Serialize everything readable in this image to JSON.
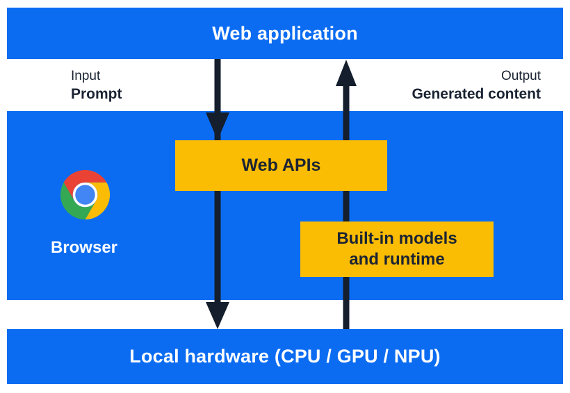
{
  "diagram": {
    "title_bar": {
      "label": "Web application"
    },
    "input_flow": {
      "line1": "Input",
      "line2": "Prompt"
    },
    "output_flow": {
      "line1": "Output",
      "line2": "Generated content"
    },
    "browser": {
      "label": "Browser",
      "logo": "chrome-logo"
    },
    "web_apis_box": {
      "label": "Web APIs"
    },
    "models_box": {
      "line1": "Built-in models",
      "line2": "and runtime"
    },
    "hardware_bar": {
      "label": "Local hardware (CPU / GPU / NPU)"
    },
    "colors": {
      "section_blue": "#0b6cf2",
      "box_yellow": "#fbbc04",
      "ink_dark": "#1b2433",
      "text_white": "#ffffff",
      "chrome_red": "#EA4335",
      "chrome_yellow": "#FBBC05",
      "chrome_green": "#34A853",
      "chrome_blue": "#4285F4"
    },
    "arrows": {
      "down": "input flow: web application through Web APIs to local hardware",
      "up": "output flow: local hardware through built-in models to web application"
    }
  }
}
